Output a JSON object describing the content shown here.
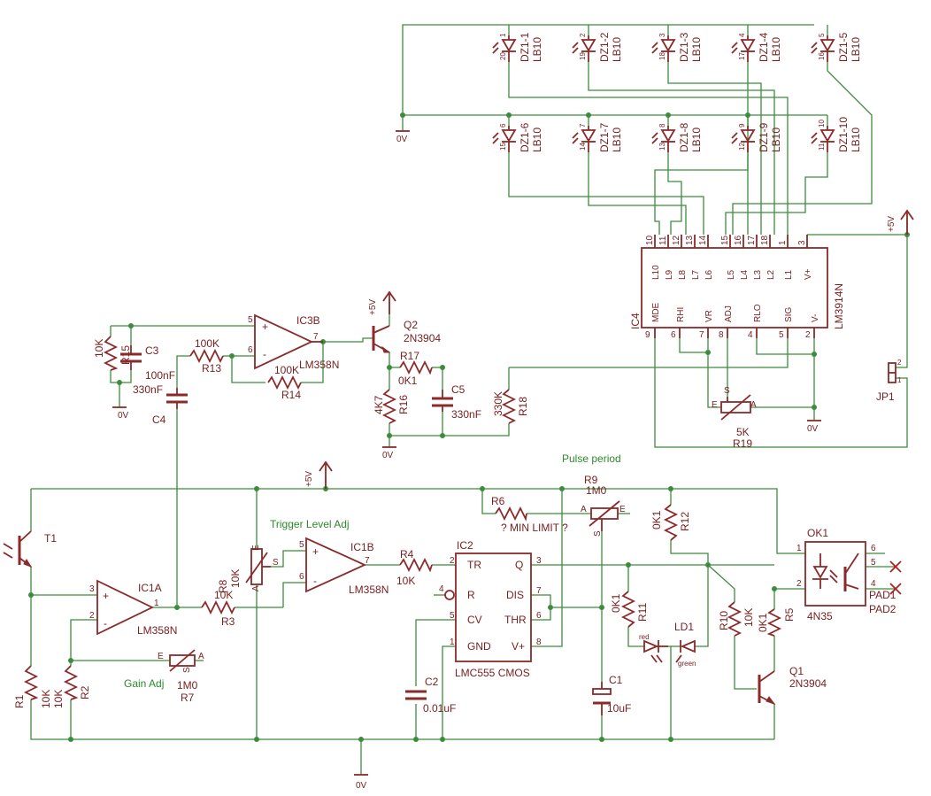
{
  "notes": {
    "pulse_period": "Pulse period",
    "trigger_level": "Trigger Level Adj",
    "gain_adj": "Gain Adj"
  },
  "power": {
    "vcc_top": "+5V",
    "vcc_q2": "+5V",
    "vcc_main": "+5V",
    "gnd_top": "0V",
    "gnd_ic4": "0V",
    "gnd_r16": "0V",
    "gnd_r15": "0V",
    "gnd_main": "0V"
  },
  "leds_top": [
    {
      "name": "DZ1-1",
      "type": "LB10",
      "pin_a": "1",
      "pin_k": "20"
    },
    {
      "name": "DZ1-2",
      "type": "LB10",
      "pin_a": "2",
      "pin_k": "19"
    },
    {
      "name": "DZ1-3",
      "type": "LB10",
      "pin_a": "3",
      "pin_k": "18"
    },
    {
      "name": "DZ1-4",
      "type": "LB10",
      "pin_a": "4",
      "pin_k": "17"
    },
    {
      "name": "DZ1-5",
      "type": "LB10",
      "pin_a": "5",
      "pin_k": "16"
    }
  ],
  "leds_bottom": [
    {
      "name": "DZ1-6",
      "type": "LB10",
      "pin_a": "6",
      "pin_k": "15"
    },
    {
      "name": "DZ1-7",
      "type": "LB10",
      "pin_a": "7",
      "pin_k": "14"
    },
    {
      "name": "DZ1-8",
      "type": "LB10",
      "pin_a": "8",
      "pin_k": "13"
    },
    {
      "name": "DZ1-9",
      "type": "LB10",
      "pin_a": "9",
      "pin_k": "12"
    },
    {
      "name": "DZ1-10",
      "type": "LB10",
      "pin_a": "10",
      "pin_k": "11"
    }
  ],
  "ic4": {
    "name": "IC4",
    "part": "LM3914N",
    "top_pins": [
      {
        "num": "10",
        "label": "L10"
      },
      {
        "num": "11",
        "label": "L9"
      },
      {
        "num": "12",
        "label": "L8"
      },
      {
        "num": "13",
        "label": "L7"
      },
      {
        "num": "14",
        "label": "L6"
      },
      {
        "num": "15",
        "label": "L5"
      },
      {
        "num": "16",
        "label": "L4"
      },
      {
        "num": "17",
        "label": "L3"
      },
      {
        "num": "18",
        "label": "L2"
      },
      {
        "num": "1",
        "label": "L1"
      },
      {
        "num": "3",
        "label": "V+"
      }
    ],
    "bottom_pins": [
      {
        "num": "9",
        "label": "MDE"
      },
      {
        "num": "6",
        "label": "RHI"
      },
      {
        "num": "7",
        "label": "VR"
      },
      {
        "num": "8",
        "label": "ADJ"
      },
      {
        "num": "4",
        "label": "RLO"
      },
      {
        "num": "5",
        "label": "SIG"
      },
      {
        "num": "2",
        "label": "V-"
      }
    ]
  },
  "jp1": {
    "name": "JP1",
    "pin1": "1",
    "pin2": "2"
  },
  "r19": {
    "name": "R19",
    "value": "5K",
    "e": "E",
    "a": "A",
    "s": "S"
  },
  "q2": {
    "name": "Q2",
    "part": "2N3904"
  },
  "r17": {
    "name": "R17",
    "value": "0K1"
  },
  "r16": {
    "name": "R16",
    "value": "4K7"
  },
  "c5": {
    "name": "C5",
    "value": "330nF"
  },
  "r18": {
    "name": "R18",
    "value": "330K"
  },
  "ic3b": {
    "name": "IC3B",
    "part": "LM358N",
    "pin_plus": "5",
    "pin_minus": "6",
    "pin_out": "7",
    "plus": "+",
    "minus": "-"
  },
  "r13": {
    "name": "R13",
    "value": "100K"
  },
  "r14": {
    "name": "R14",
    "value": "100K"
  },
  "r15": {
    "name": "R15",
    "value": "10K"
  },
  "c3": {
    "name": "C3",
    "value": "100nF",
    "value2": "330nF"
  },
  "c4": {
    "name": "C4"
  },
  "t1": {
    "name": "T1"
  },
  "ic1a": {
    "name": "IC1A",
    "part": "LM358N",
    "pin_plus": "3",
    "pin_minus": "2",
    "pin_out": "1",
    "plus": "+",
    "minus": "-"
  },
  "r1": {
    "name": "R1",
    "value": "10K"
  },
  "r2": {
    "name": "R2",
    "value": "10K"
  },
  "r7": {
    "name": "R7",
    "value": "1M0",
    "e": "E",
    "a": "A",
    "s": "S"
  },
  "r3": {
    "name": "R3",
    "value": "10K"
  },
  "r8": {
    "name": "R8",
    "value": "10K",
    "e": "E",
    "a": "A",
    "s": "S"
  },
  "ic1b": {
    "name": "IC1B",
    "part": "LM358N",
    "pin_plus": "5",
    "pin_minus": "6",
    "pin_out": "7",
    "plus": "+",
    "minus": "-"
  },
  "r4": {
    "name": "R4",
    "value": "10K"
  },
  "ic2": {
    "name": "IC2",
    "part": "LMC555 CMOS",
    "pins_left": [
      {
        "num": "2",
        "label": "TR"
      },
      {
        "num": "4",
        "label": "R"
      },
      {
        "num": "5",
        "label": "CV"
      },
      {
        "num": "1",
        "label": "GND"
      }
    ],
    "pins_right": [
      {
        "num": "3",
        "label": "Q"
      },
      {
        "num": "7",
        "label": "DIS"
      },
      {
        "num": "6",
        "label": "THR"
      },
      {
        "num": "8",
        "label": "V+"
      }
    ]
  },
  "c2": {
    "name": "C2",
    "value": "0.01uF"
  },
  "r6": {
    "name": "R6",
    "value": "? MIN LIMIT ?"
  },
  "r9": {
    "name": "R9",
    "value": "1M0",
    "a": "A",
    "e": "E",
    "s": "S"
  },
  "c1": {
    "name": "C1",
    "value": "10uF"
  },
  "r11": {
    "name": "R11",
    "value": "0K1"
  },
  "r12": {
    "name": "R12",
    "value": "0K1"
  },
  "ld1": {
    "name": "LD1",
    "red": "red",
    "green": "green"
  },
  "r10": {
    "name": "R10",
    "value": "10K"
  },
  "r5": {
    "name": "R5",
    "value": "0K1"
  },
  "q1": {
    "name": "Q1",
    "part": "2N3904"
  },
  "ok1": {
    "name": "OK1",
    "part": "4N35",
    "pin1": "1",
    "pin2": "2",
    "pin4": "4",
    "pin5": "5",
    "pin6": "6"
  },
  "pads": {
    "pad1": "PAD1",
    "pad2": "PAD2"
  }
}
